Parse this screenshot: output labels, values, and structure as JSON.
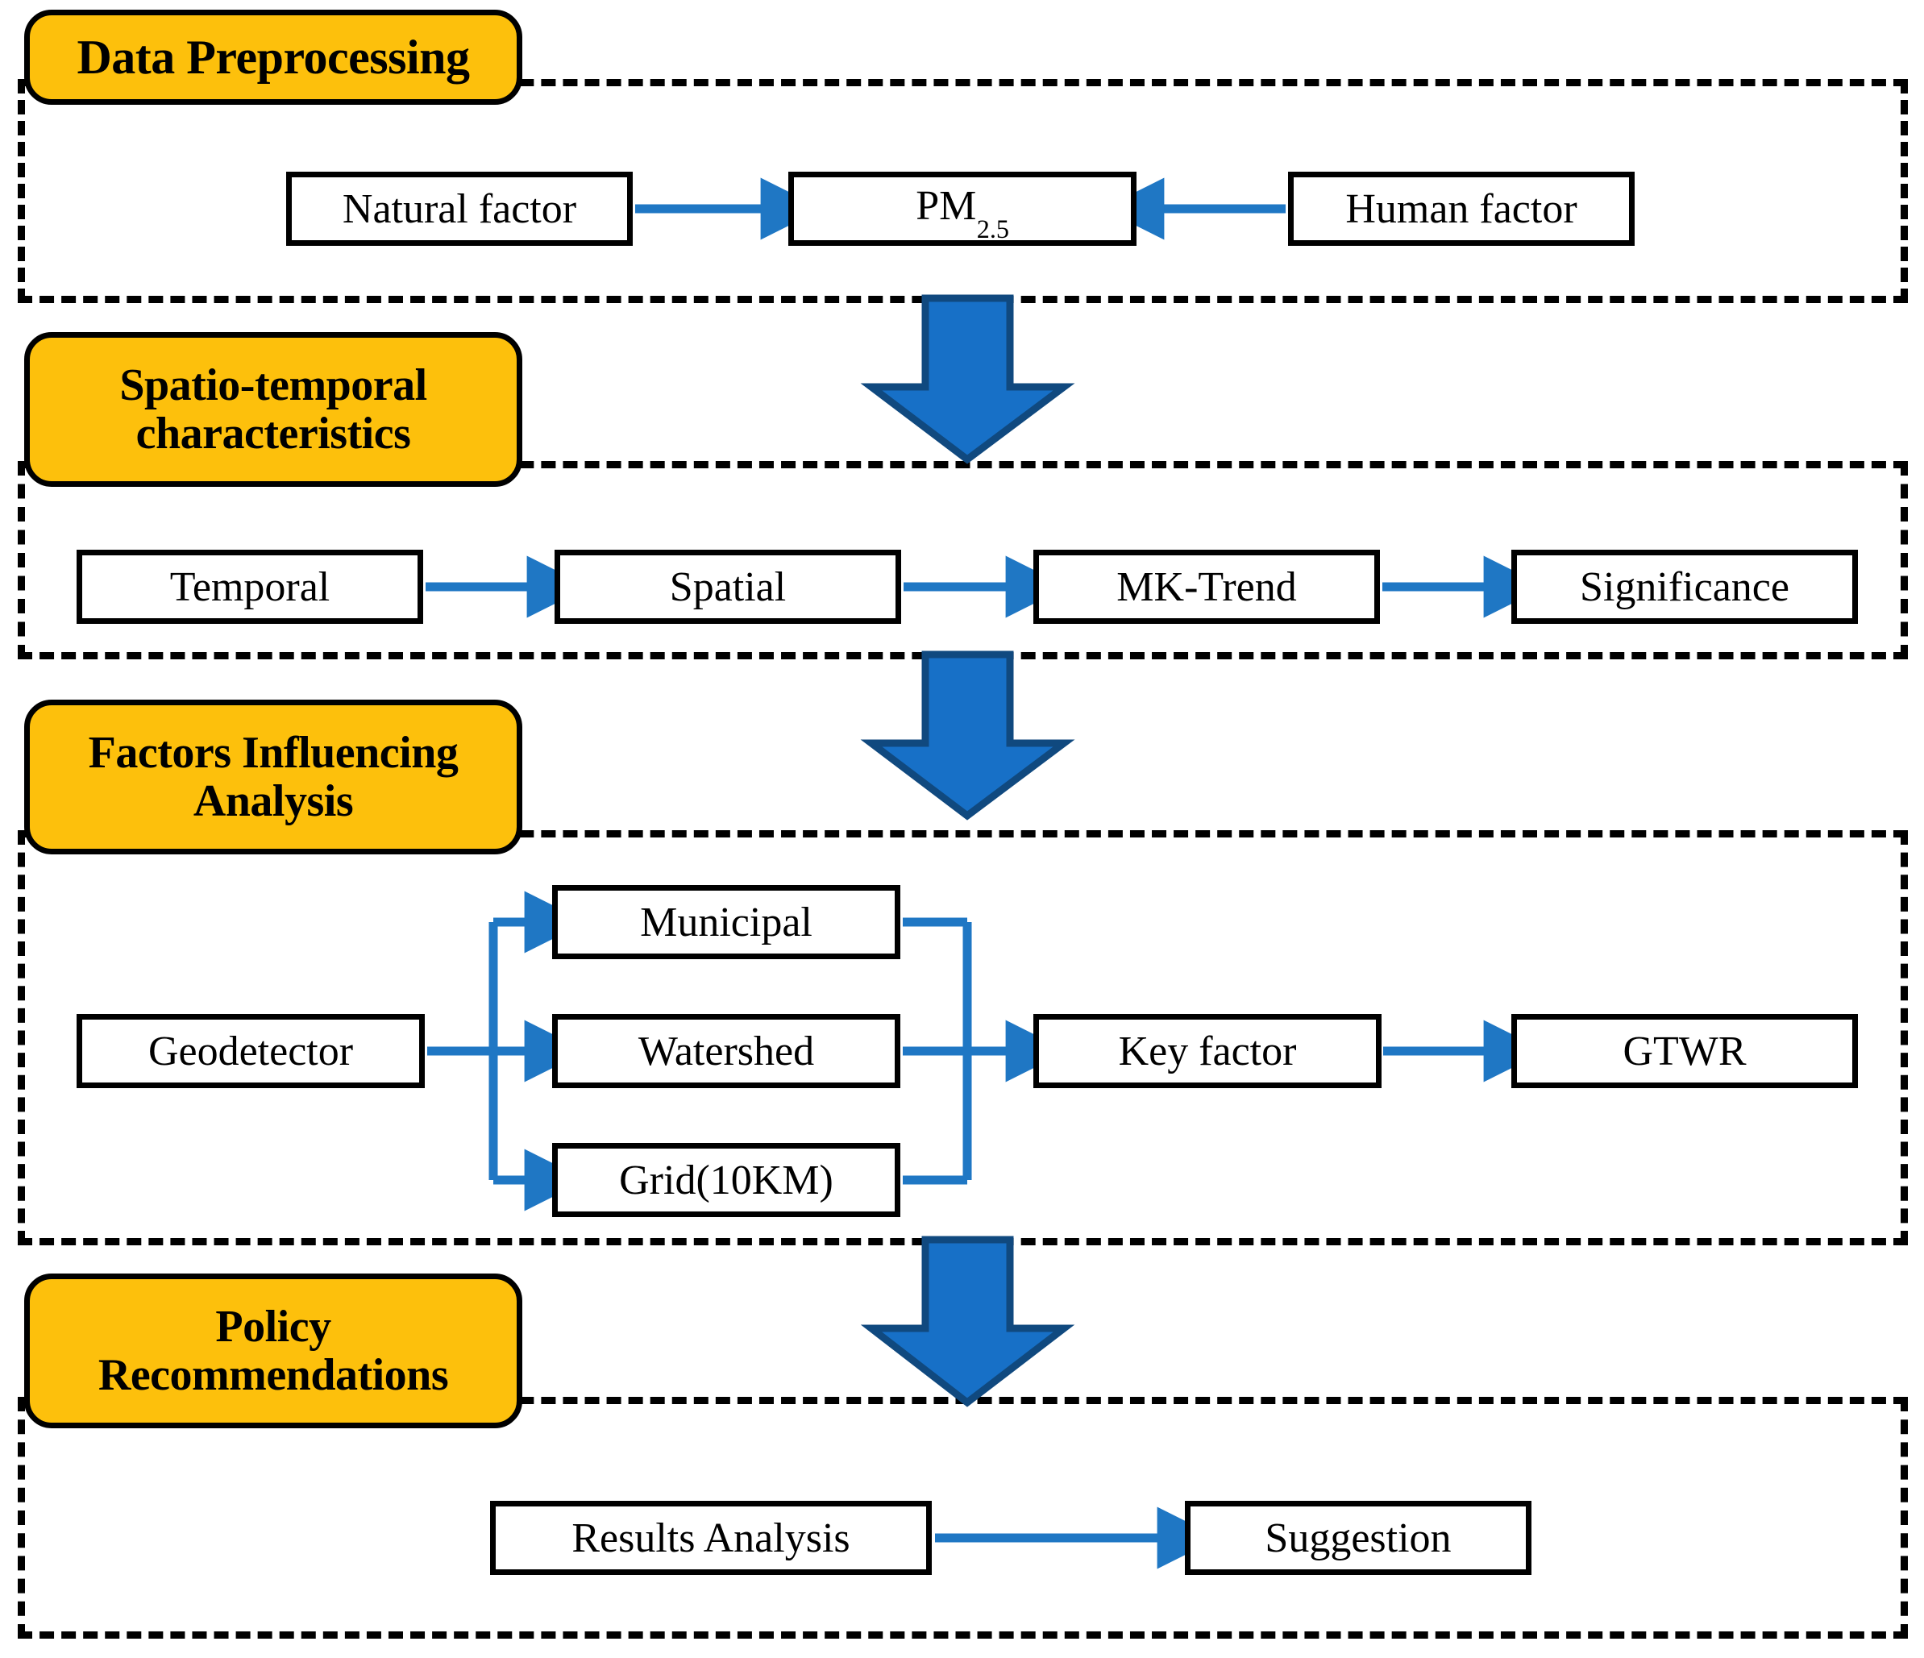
{
  "diagram": {
    "title": "PM2.5 research framework flowchart",
    "colors": {
      "header_fill": "#FDC00C",
      "header_stroke": "#000000",
      "node_fill": "#FFFFFF",
      "node_stroke": "#000000",
      "connector_blue": "#1F77C4",
      "block_arrow_fill": "#1770C7",
      "block_arrow_stroke": "#10497F",
      "section_border": "#000000"
    }
  },
  "sections": [
    {
      "id": "data-preprocessing",
      "header": "Data Preprocessing",
      "nodes": [
        {
          "id": "natural-factor",
          "label": "Natural factor"
        },
        {
          "id": "pm25",
          "label": "PM",
          "subscript": "2.5"
        },
        {
          "id": "human-factor",
          "label": "Human factor"
        }
      ],
      "edges": [
        {
          "from": "natural-factor",
          "to": "pm25"
        },
        {
          "from": "human-factor",
          "to": "pm25"
        }
      ]
    },
    {
      "id": "spatio-temporal-characteristics",
      "header": "Spatio-temporal characteristics",
      "header_lines": [
        "Spatio-temporal",
        "characteristics"
      ],
      "nodes": [
        {
          "id": "temporal",
          "label": "Temporal"
        },
        {
          "id": "spatial",
          "label": "Spatial"
        },
        {
          "id": "mk-trend",
          "label": "MK-Trend"
        },
        {
          "id": "significance",
          "label": "Significance"
        }
      ],
      "edges": [
        {
          "from": "temporal",
          "to": "spatial"
        },
        {
          "from": "spatial",
          "to": "mk-trend"
        },
        {
          "from": "mk-trend",
          "to": "significance"
        }
      ]
    },
    {
      "id": "factors-influencing-analysis",
      "header": "Factors Influencing Analysis",
      "header_lines": [
        "Factors Influencing",
        "Analysis"
      ],
      "nodes": [
        {
          "id": "geodetector",
          "label": "Geodetector"
        },
        {
          "id": "municipal",
          "label": "Municipal"
        },
        {
          "id": "watershed",
          "label": "Watershed"
        },
        {
          "id": "grid-10km",
          "label": "Grid(10KM)"
        },
        {
          "id": "key-factor",
          "label": "Key factor"
        },
        {
          "id": "gtwr",
          "label": "GTWR"
        }
      ],
      "edges": [
        {
          "from": "geodetector",
          "to": "municipal"
        },
        {
          "from": "geodetector",
          "to": "watershed"
        },
        {
          "from": "geodetector",
          "to": "grid-10km"
        },
        {
          "from": "municipal",
          "to": "key-factor"
        },
        {
          "from": "watershed",
          "to": "key-factor"
        },
        {
          "from": "grid-10km",
          "to": "key-factor"
        },
        {
          "from": "key-factor",
          "to": "gtwr"
        }
      ]
    },
    {
      "id": "policy-recommendations",
      "header": "Policy Recommendations",
      "header_lines": [
        "Policy",
        "Recommendations"
      ],
      "nodes": [
        {
          "id": "results-analysis",
          "label": "Results Analysis"
        },
        {
          "id": "suggestion",
          "label": "Suggestion"
        }
      ],
      "edges": [
        {
          "from": "results-analysis",
          "to": "suggestion"
        }
      ]
    }
  ],
  "stage_arrows": [
    {
      "id": "arrow-1",
      "from_section": "data-preprocessing",
      "to_section": "spatio-temporal-characteristics",
      "direction": "down"
    },
    {
      "id": "arrow-2",
      "from_section": "spatio-temporal-characteristics",
      "to_section": "factors-influencing-analysis",
      "direction": "down"
    },
    {
      "id": "arrow-3",
      "from_section": "factors-influencing-analysis",
      "to_section": "policy-recommendations",
      "direction": "down"
    }
  ],
  "labels": {
    "s1_header": "Data Preprocessing",
    "s1_natural": "Natural factor",
    "s1_pm": "PM",
    "s1_pm_sub": "2.5",
    "s1_human": "Human factor",
    "s2_header_l1": "Spatio-temporal",
    "s2_header_l2": "characteristics",
    "s2_temporal": "Temporal",
    "s2_spatial": "Spatial",
    "s2_mk": "MK-Trend",
    "s2_sig": "Significance",
    "s3_header_l1": "Factors Influencing",
    "s3_header_l2": "Analysis",
    "s3_geodetector": "Geodetector",
    "s3_municipal": "Municipal",
    "s3_watershed": "Watershed",
    "s3_grid": "Grid(10KM)",
    "s3_keyfactor": "Key factor",
    "s3_gtwr": "GTWR",
    "s4_header_l1": "Policy",
    "s4_header_l2": "Recommendations",
    "s4_results": "Results Analysis",
    "s4_suggestion": "Suggestion"
  }
}
